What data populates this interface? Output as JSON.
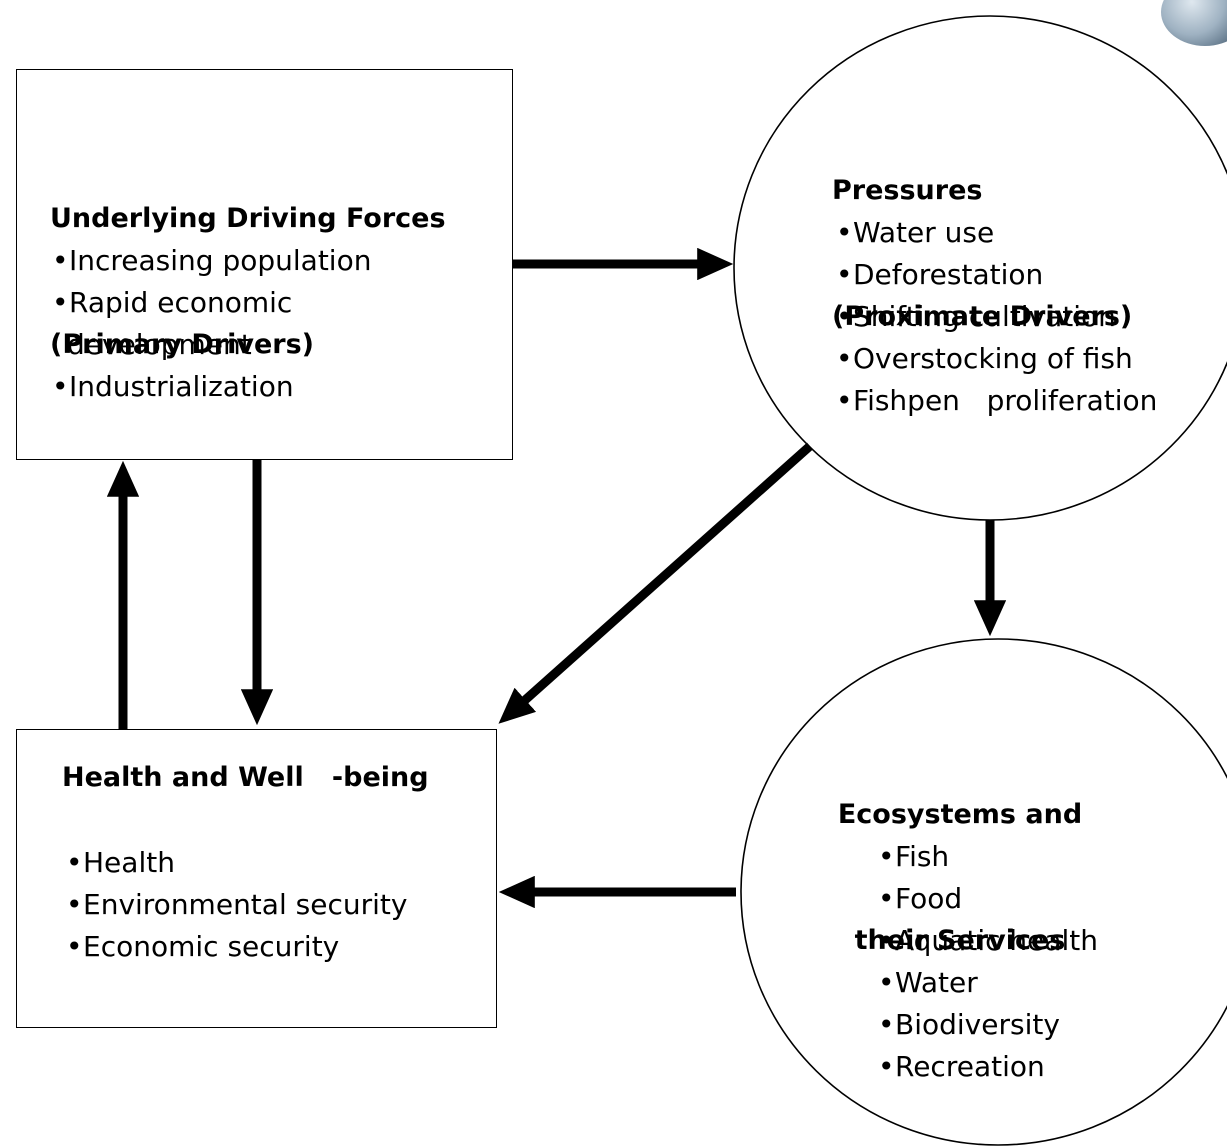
{
  "diagram": {
    "nodes": {
      "drivers": {
        "title_line1": "Underlying Driving Forces",
        "title_line2": "(Primary Drivers)",
        "items": [
          "Increasing population",
          "Rapid economic",
          "development",
          "Industrialization"
        ]
      },
      "pressures": {
        "title_line1": "Pressures",
        "title_line2": "(Proximate Drivers)",
        "items": [
          "Water use",
          "Deforestation",
          "Shifting cultivation",
          "Overstocking of fish",
          "Fishpen   proliferation"
        ]
      },
      "health": {
        "title": "Health and Well   -being",
        "items": [
          "Health",
          "Environmental security",
          "Economic security"
        ]
      },
      "ecosystems": {
        "title_line1": "Ecosystems and",
        "title_line2": "their Services",
        "items": [
          "Fish",
          "Food",
          "Aquatic health",
          "Water",
          "Biodiversity",
          "Recreation"
        ]
      }
    },
    "edges": [
      {
        "from": "drivers",
        "to": "pressures"
      },
      {
        "from": "drivers",
        "to": "health"
      },
      {
        "from": "health",
        "to": "drivers"
      },
      {
        "from": "pressures",
        "to": "health"
      },
      {
        "from": "pressures",
        "to": "ecosystems"
      },
      {
        "from": "ecosystems",
        "to": "health"
      }
    ],
    "colors": {
      "stroke": "#000000",
      "background": "#ffffff"
    },
    "decoration": "earth-globe-icon"
  }
}
